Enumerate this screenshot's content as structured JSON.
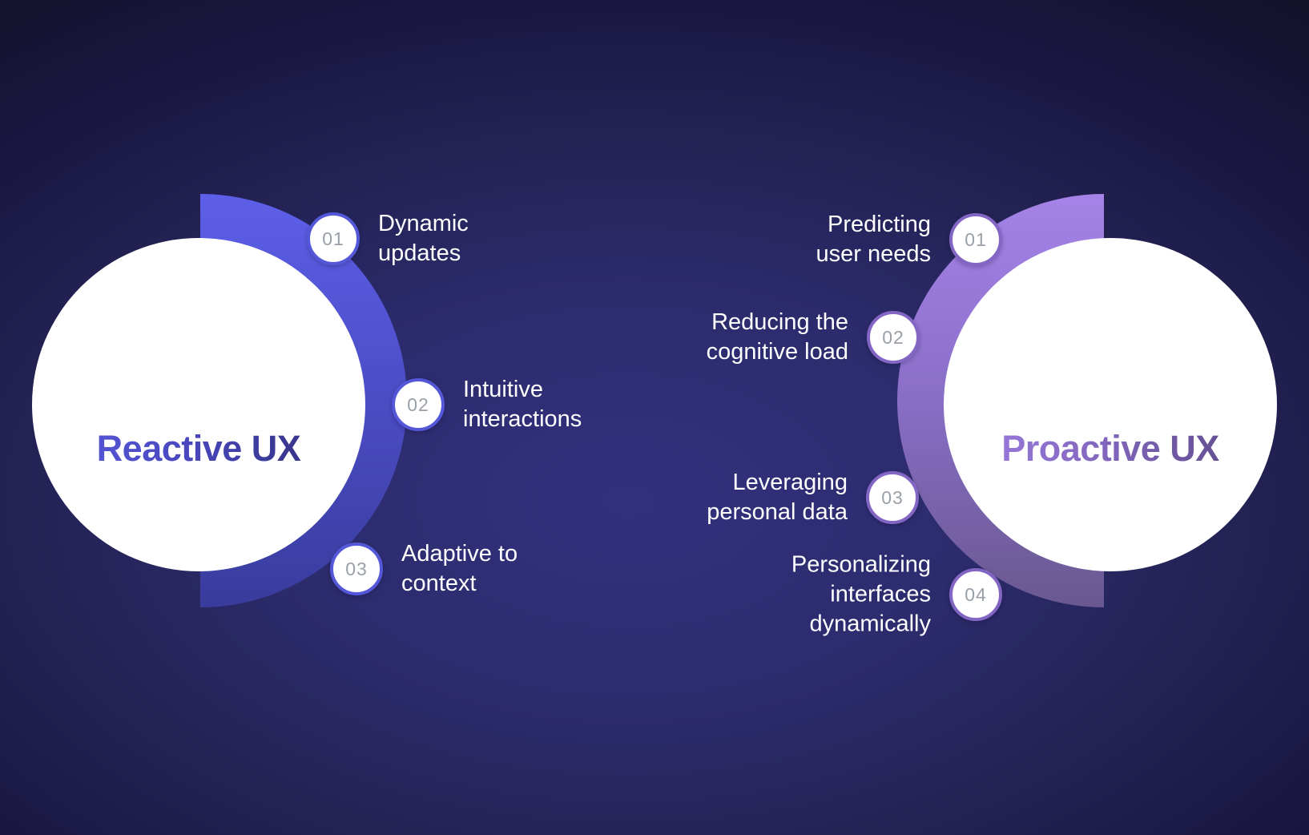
{
  "left": {
    "title": "Reactive UX",
    "items": [
      {
        "num": "01",
        "label": "Dynamic\nupdates"
      },
      {
        "num": "02",
        "label": "Intuitive\ninteractions"
      },
      {
        "num": "03",
        "label": "Adaptive to\ncontext"
      }
    ]
  },
  "right": {
    "title": "Proactive UX",
    "items": [
      {
        "num": "01",
        "label": "Predicting\nuser needs"
      },
      {
        "num": "02",
        "label": "Reducing the\ncognitive load"
      },
      {
        "num": "03",
        "label": "Leveraging\npersonal data"
      },
      {
        "num": "04",
        "label": "Personalizing\ninterfaces\ndynamically"
      }
    ]
  },
  "palette": {
    "left_accent": "#5457d8",
    "left_arc_top": "#5d5fe8",
    "left_arc_bottom": "#393c9c",
    "left_title_from": "#5b5ce1",
    "left_title_to": "#2e2c6f",
    "right_accent": "#8366c4",
    "right_arc_top": "#a583e8",
    "right_arc_bottom": "#695890",
    "right_title_from": "#a07fe8",
    "right_title_to": "#574581",
    "number_color": "#9aa0a8",
    "label_color": "#ffffff",
    "bg_center": "#32317e",
    "bg_mid": "#2c2b6c",
    "bg_edge": "#131126"
  }
}
